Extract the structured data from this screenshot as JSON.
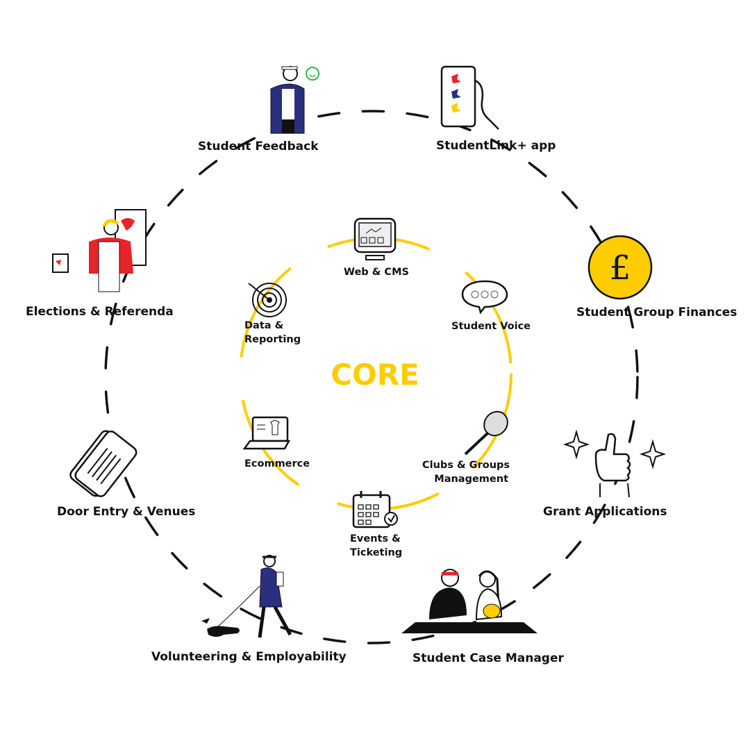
{
  "center": {
    "label": "CORE"
  },
  "colors": {
    "accent": "#FFCC00",
    "ink": "#111111",
    "red": "#E8232A",
    "navy": "#2A2F7E"
  },
  "core_modules": [
    {
      "label": "Web & CMS",
      "icon": "monitor-icon"
    },
    {
      "label": "Student Voice",
      "icon": "speech-bubble-icon"
    },
    {
      "label": "Clubs & Groups",
      "label2": "Management",
      "icon": "tennis-racket-icon"
    },
    {
      "label": "Events &",
      "label2": "Ticketing",
      "icon": "calendar-icon"
    },
    {
      "label": "Ecommerce",
      "icon": "laptop-icon"
    },
    {
      "label": "Data &",
      "label2": "Reporting",
      "icon": "target-icon"
    }
  ],
  "outer_modules": [
    {
      "label": "Student Feedback",
      "icon": "person-feedback-icon"
    },
    {
      "label": "StudentLink+ app",
      "icon": "phone-app-icon"
    },
    {
      "label": "Student Group Finances",
      "icon": "pound-coin-icon",
      "symbol": "£"
    },
    {
      "label": "Grant Applications",
      "icon": "thumbs-up-icon"
    },
    {
      "label": "Student Case Manager",
      "icon": "students-meeting-icon"
    },
    {
      "label": "Volunteering & Employability",
      "icon": "walking-dog-icon"
    },
    {
      "label": "Door Entry & Venues",
      "icon": "tickets-icon"
    },
    {
      "label": "Elections & Referenda",
      "icon": "ballot-person-icon"
    }
  ]
}
